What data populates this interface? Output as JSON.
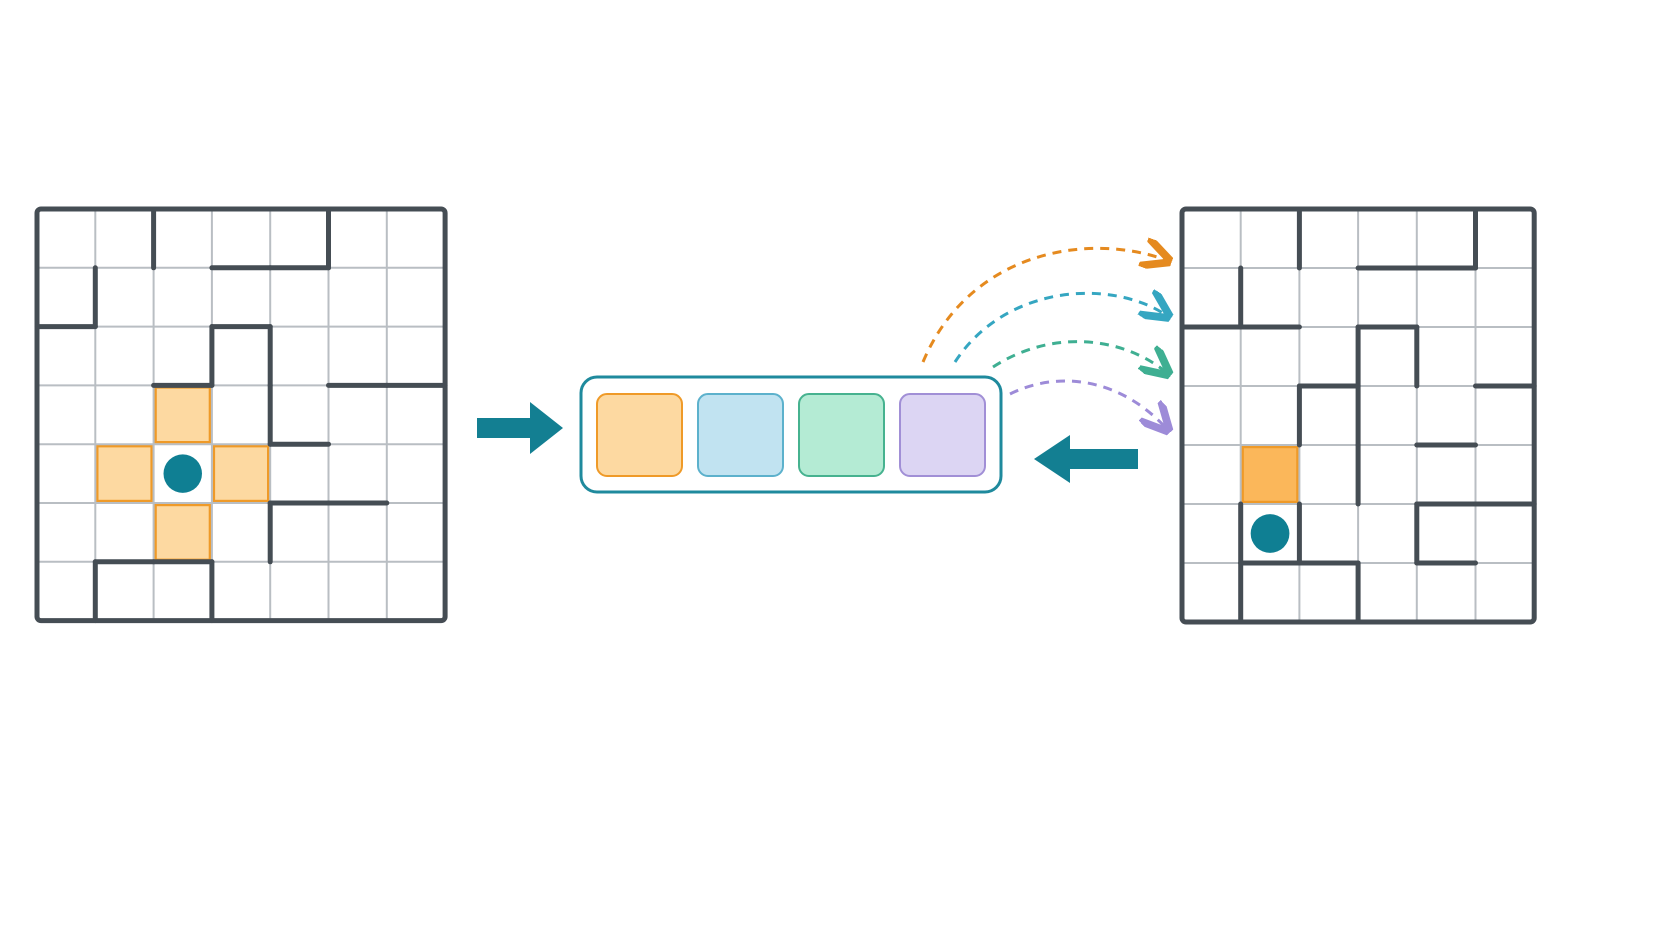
{
  "colors": {
    "background": "#ffffff",
    "wall": "#454d54",
    "grid_line": "#b9bec3",
    "cell_fill": "#ffffff",
    "agent": "#0f7f93",
    "teal_arrow": "#137f92",
    "highlight_fill": "#fdd9a1",
    "highlight_stroke": "#ef9a28",
    "selected_fill": "#fbb75a",
    "selected_stroke": "#ef9a28",
    "vector_border": "#1f8a9d"
  },
  "left_maze": {
    "rows": 7,
    "cols": 7,
    "agent": {
      "row": 4,
      "col": 2
    },
    "highlighted_cells": [
      [
        3,
        2
      ],
      [
        4,
        1
      ],
      [
        4,
        3
      ],
      [
        5,
        2
      ]
    ],
    "vertical_walls": [
      [
        0,
        2
      ],
      [
        0,
        5
      ],
      [
        1,
        1
      ],
      [
        2,
        3
      ],
      [
        2,
        4
      ],
      [
        3,
        4
      ],
      [
        5,
        4
      ],
      [
        6,
        1
      ],
      [
        6,
        3
      ]
    ],
    "horizontal_walls": [
      [
        1,
        3
      ],
      [
        1,
        4
      ],
      [
        2,
        0
      ],
      [
        2,
        3
      ],
      [
        3,
        2
      ],
      [
        3,
        5
      ],
      [
        3,
        6
      ],
      [
        4,
        4
      ],
      [
        5,
        4
      ],
      [
        5,
        5
      ],
      [
        6,
        1
      ],
      [
        6,
        2
      ]
    ]
  },
  "right_maze": {
    "rows": 7,
    "cols": 6,
    "agent": {
      "row": 5,
      "col": 1
    },
    "selected_cell": [
      4,
      1
    ],
    "vertical_walls": [
      [
        0,
        2
      ],
      [
        0,
        5
      ],
      [
        1,
        1
      ],
      [
        2,
        3
      ],
      [
        2,
        4
      ],
      [
        3,
        2
      ],
      [
        3,
        3
      ],
      [
        4,
        3
      ],
      [
        5,
        1
      ],
      [
        5,
        2
      ],
      [
        5,
        4
      ],
      [
        6,
        1
      ],
      [
        6,
        3
      ]
    ],
    "horizontal_walls": [
      [
        1,
        3
      ],
      [
        1,
        4
      ],
      [
        2,
        0
      ],
      [
        2,
        1
      ],
      [
        2,
        3
      ],
      [
        3,
        2
      ],
      [
        3,
        5
      ],
      [
        4,
        4
      ],
      [
        5,
        4
      ],
      [
        5,
        5
      ],
      [
        6,
        1
      ],
      [
        6,
        2
      ],
      [
        6,
        4
      ]
    ]
  },
  "vector": {
    "slots": [
      {
        "name": "orange",
        "fill": "#fdd9a1",
        "stroke": "#ef9a28"
      },
      {
        "name": "blue",
        "fill": "#c1e3f1",
        "stroke": "#5cb1cc"
      },
      {
        "name": "green",
        "fill": "#b4ebd4",
        "stroke": "#46b28f"
      },
      {
        "name": "purple",
        "fill": "#dcd5f3",
        "stroke": "#a18fd6"
      }
    ]
  },
  "action_arrows": [
    {
      "name": "orange",
      "color": "#e58a1f"
    },
    {
      "name": "blue",
      "color": "#35a6c1"
    },
    {
      "name": "green",
      "color": "#3faf92"
    },
    {
      "name": "purple",
      "color": "#9d8bd8"
    }
  ]
}
